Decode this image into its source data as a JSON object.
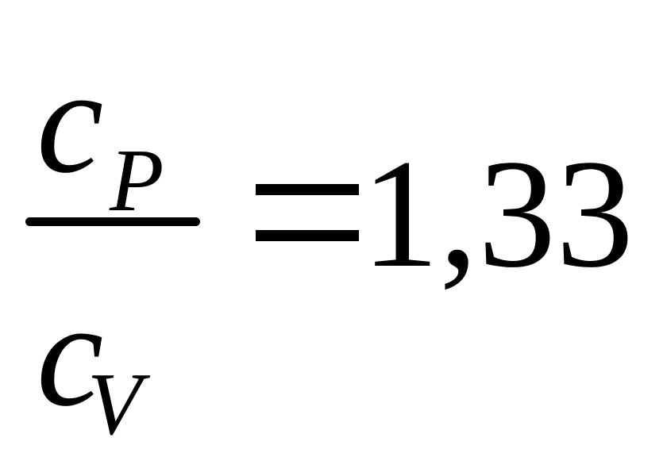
{
  "formula": {
    "numerator": {
      "symbol": "c",
      "subscript": "P"
    },
    "denominator": {
      "symbol": "c",
      "subscript": "V"
    },
    "operator": "=",
    "value": "1,33"
  }
}
